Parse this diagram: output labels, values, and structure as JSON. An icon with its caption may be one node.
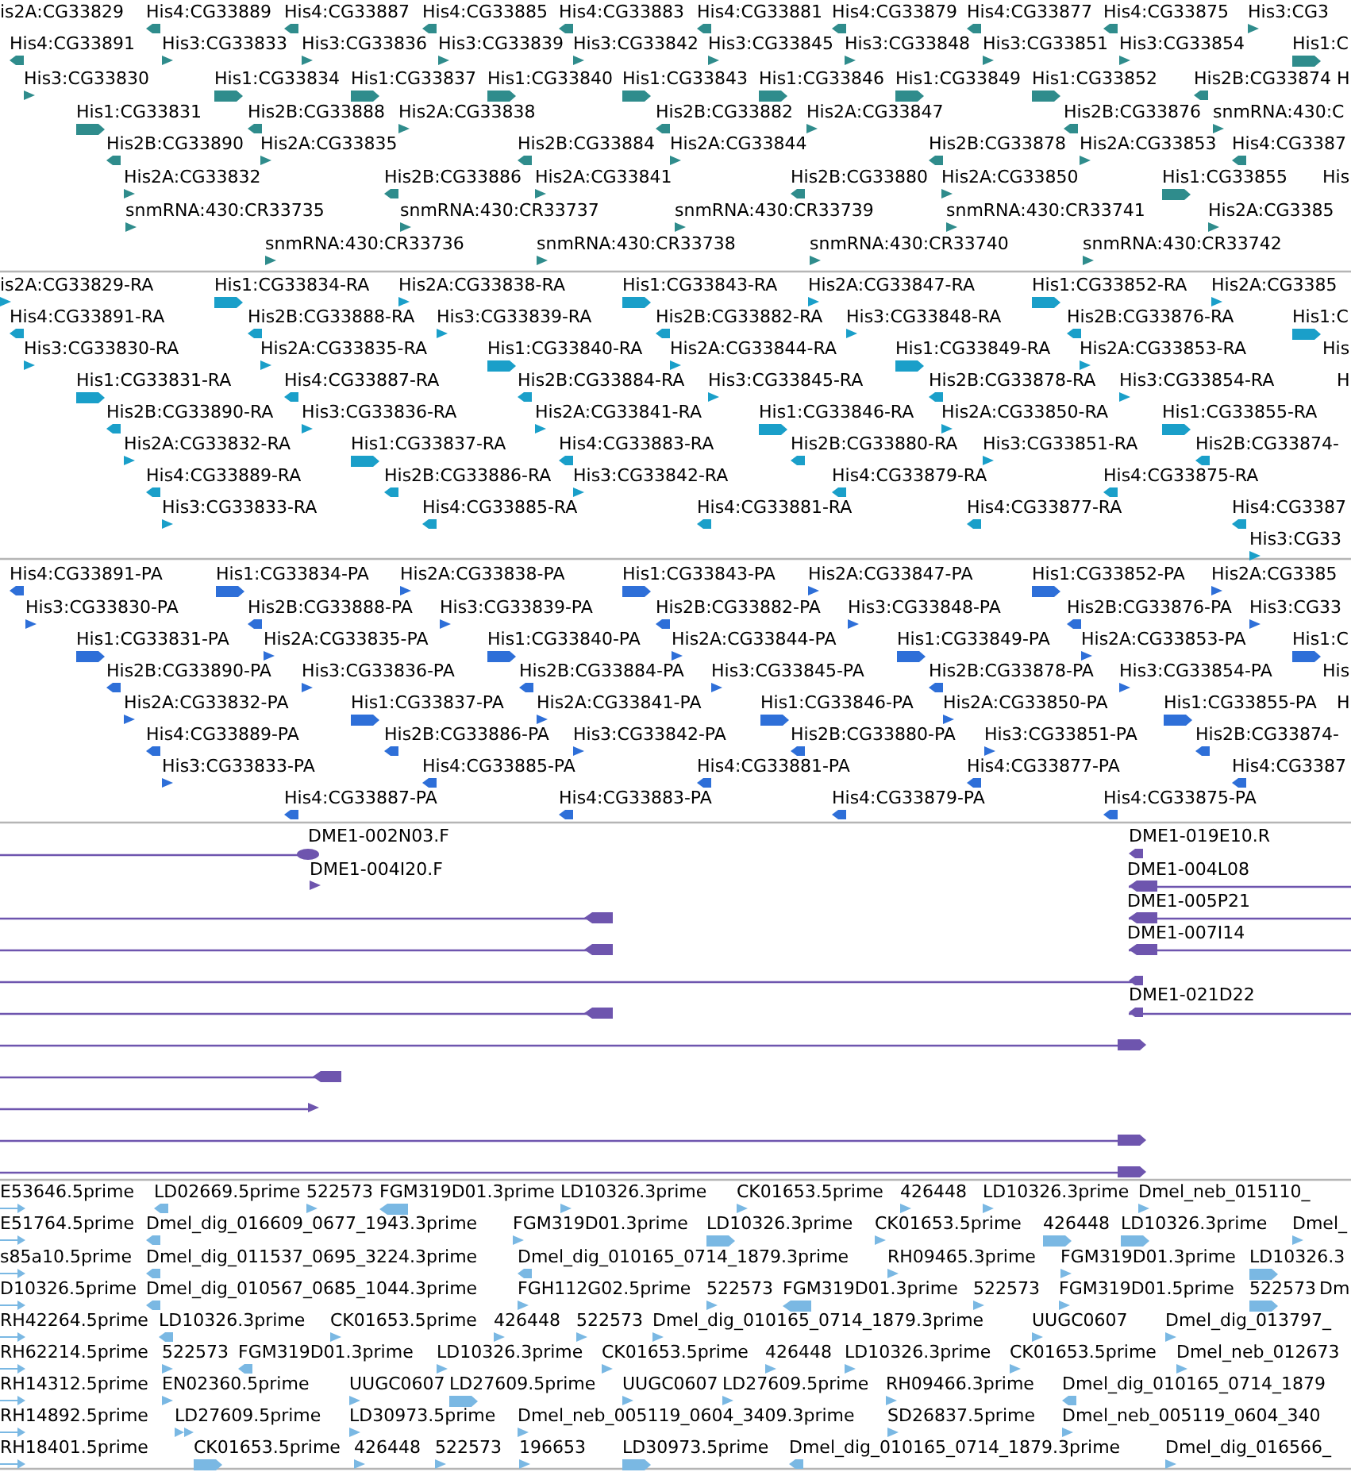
{
  "diagram": {
    "labels": [
      "is2A:CG33829",
      "His4:CG33889",
      "His4:CG33887",
      "His4:CG33885",
      "His4:CG33883",
      "His4:CG33881",
      "His4:CG33879",
      "His4:CG33877",
      "His4:CG33875",
      "His3:CG3",
      "His4:CG33891",
      "His3:CG33833",
      "His3:CG33836",
      "His3:CG33839",
      "His3:CG33842",
      "His3:CG33845",
      "His3:CG33848",
      "His3:CG33851",
      "His3:CG33854",
      "His1:C",
      "His3:CG33830",
      "His1:CG33834",
      "His1:CG33837",
      "His1:CG33840",
      "His1:CG33843",
      "His1:CG33846",
      "His1:CG33849",
      "His1:CG33852",
      "His2B:CG33874",
      "H",
      "His1:CG33831",
      "His2B:CG33888",
      "His2A:CG33838",
      "His2B:CG33882",
      "His2A:CG33847",
      "His2B:CG33876",
      "snmRNA:430:C",
      "His2B:CG33890",
      "His2A:CG33835",
      "His2B:CG33884",
      "His2A:CG33844",
      "His2B:CG33878",
      "His2A:CG33853",
      "His4:CG3387",
      "His2A:CG33832",
      "His2B:CG33886",
      "His2A:CG33841",
      "His2B:CG33880",
      "His2A:CG33850",
      "His1:CG33855",
      "His",
      "snmRNA:430:CR33735",
      "snmRNA:430:CR33737",
      "snmRNA:430:CR33739",
      "snmRNA:430:CR33741",
      "His2A:CG3385",
      "snmRNA:430:CR33736",
      "snmRNA:430:CR33738",
      "snmRNA:430:CR33740",
      "snmRNA:430:CR33742",
      "is2A:CG33829-RA",
      "His1:CG33834-RA",
      "His2A:CG33838-RA",
      "His1:CG33843-RA",
      "His2A:CG33847-RA",
      "His1:CG33852-RA",
      "His2A:CG3385",
      "His4:CG33891-RA",
      "His2B:CG33888-RA",
      "His3:CG33839-RA",
      "His2B:CG33882-RA",
      "His3:CG33848-RA",
      "His2B:CG33876-RA",
      "His1:C",
      "His3:CG33830-RA",
      "His2A:CG33835-RA",
      "His1:CG33840-RA",
      "His2A:CG33844-RA",
      "His1:CG33849-RA",
      "His2A:CG33853-RA",
      "His",
      "His1:CG33831-RA",
      "His4:CG33887-RA",
      "His2B:CG33884-RA",
      "His3:CG33845-RA",
      "His2B:CG33878-RA",
      "His3:CG33854-RA",
      "H",
      "His2B:CG33890-RA",
      "His3:CG33836-RA",
      "His2A:CG33841-RA",
      "His1:CG33846-RA",
      "His2A:CG33850-RA",
      "His1:CG33855-RA",
      "His2A:CG33832-RA",
      "His1:CG33837-RA",
      "His4:CG33883-RA",
      "His2B:CG33880-RA",
      "His3:CG33851-RA",
      "His2B:CG33874-",
      "His4:CG33889-RA",
      "His2B:CG33886-RA",
      "His3:CG33842-RA",
      "His4:CG33879-RA",
      "His4:CG33875-RA",
      "His3:CG33833-RA",
      "His4:CG33885-RA",
      "His4:CG33881-RA",
      "His4:CG33877-RA",
      "His4:CG3387",
      "His3:CG33",
      "His4:CG33891-PA",
      "His1:CG33834-PA",
      "His2A:CG33838-PA",
      "His1:CG33843-PA",
      "His2A:CG33847-PA",
      "His1:CG33852-PA",
      "His2A:CG3385",
      "His3:CG33830-PA",
      "His2B:CG33888-PA",
      "His3:CG33839-PA",
      "His2B:CG33882-PA",
      "His3:CG33848-PA",
      "His2B:CG33876-PA",
      "His3:CG33",
      "His1:CG33831-PA",
      "His2A:CG33835-PA",
      "His1:CG33840-PA",
      "His2A:CG33844-PA",
      "His1:CG33849-PA",
      "His2A:CG33853-PA",
      "His1:C",
      "His2B:CG33890-PA",
      "His3:CG33836-PA",
      "His2B:CG33884-PA",
      "His3:CG33845-PA",
      "His2B:CG33878-PA",
      "His3:CG33854-PA",
      "His",
      "His2A:CG33832-PA",
      "His1:CG33837-PA",
      "His2A:CG33841-PA",
      "His1:CG33846-PA",
      "His2A:CG33850-PA",
      "His1:CG33855-PA",
      "H",
      "His4:CG33889-PA",
      "His2B:CG33886-PA",
      "His3:CG33842-PA",
      "His2B:CG33880-PA",
      "His3:CG33851-PA",
      "His2B:CG33874-",
      "His3:CG33833-PA",
      "His4:CG33885-PA",
      "His4:CG33881-PA",
      "His4:CG33877-PA",
      "His4:CG3387",
      "His4:CG33887-PA",
      "His4:CG33883-PA",
      "His4:CG33879-PA",
      "His4:CG33875-PA",
      "DME1-002N03.F",
      "DME1-019E10.R",
      "DME1-004I20.F",
      "DME1-004L08",
      "DME1-005P21",
      "DME1-007I14",
      "DME1-021D22",
      "E53646.5prime",
      "LD02669.5prime",
      "522573",
      "FGM319D01.3prime",
      "LD10326.3prime",
      "CK01653.5prime",
      "426448",
      "LD10326.3prime",
      "Dmel_neb_015110_",
      "E51764.5prime",
      "Dmel_dig_016609_0677_1943.3prime",
      "FGM319D01.3prime",
      "LD10326.3prime",
      "CK01653.5prime",
      "426448",
      "LD10326.3prime",
      "Dmel_",
      "s85a10.5prime",
      "Dmel_dig_011537_0695_3224.3prime",
      "Dmel_dig_010165_0714_1879.3prime",
      "RH09465.3prime",
      "FGM319D01.3prime",
      "LD10326.3",
      "D10326.5prime",
      "Dmel_dig_010567_0685_1044.3prime",
      "FGH112G02.5prime",
      "522573",
      "FGM319D01.3prime",
      "522573",
      "FGM319D01.5prime",
      "522573",
      "Dm",
      "RH42264.5prime",
      "LD10326.3prime",
      "CK01653.5prime",
      "426448",
      "522573",
      "Dmel_dig_010165_0714_1879.3prime",
      "UUGC0607",
      "Dmel_dig_013797_",
      "RH62214.5prime",
      "522573",
      "FGM319D01.3prime",
      "LD10326.3prime",
      "CK01653.5prime",
      "426448",
      "LD10326.3prime",
      "CK01653.5prime",
      "Dmel_neb_012673",
      "RH14312.5prime",
      "EN02360.5prime",
      "UUGC0607",
      "LD27609.5prime",
      "UUGC0607",
      "LD27609.5prime",
      "RH09466.3prime",
      "Dmel_dig_010165_0714_1879",
      "RH14892.5prime",
      "LD27609.5prime",
      "LD30973.5prime",
      "Dmel_neb_005119_0604_3409.3prime",
      "SD26837.5prime",
      "Dmel_neb_005119_0604_340",
      "RH18401.5prime",
      "CK01653.5prime",
      "426448",
      "522573",
      "196653",
      "LD30973.5prime",
      "Dmel_dig_010165_0714_1879.3prime",
      "Dmel_dig_016566_"
    ]
  }
}
